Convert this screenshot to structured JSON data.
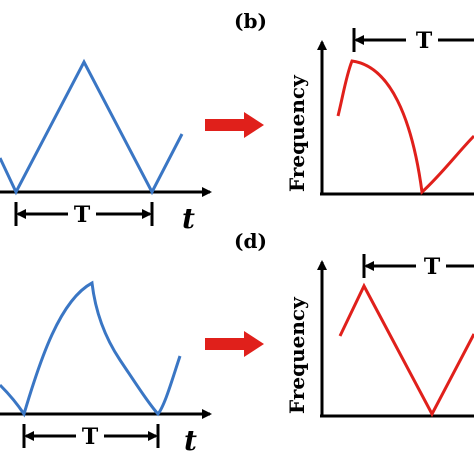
{
  "panels": {
    "a": {
      "period_label": "T",
      "x_axis_label": "t"
    },
    "b": {
      "panel_label": "(b)",
      "y_axis_label": "Frequency",
      "period_label": "T"
    },
    "c": {
      "period_label": "T",
      "x_axis_label": "t"
    },
    "d": {
      "panel_label": "(d)",
      "y_axis_label": "Frequency",
      "period_label": "T"
    }
  },
  "colors": {
    "input_signal": "#3a76c4",
    "output_signal": "#e0201b",
    "arrow": "#e0201b",
    "axis": "#000000"
  }
}
